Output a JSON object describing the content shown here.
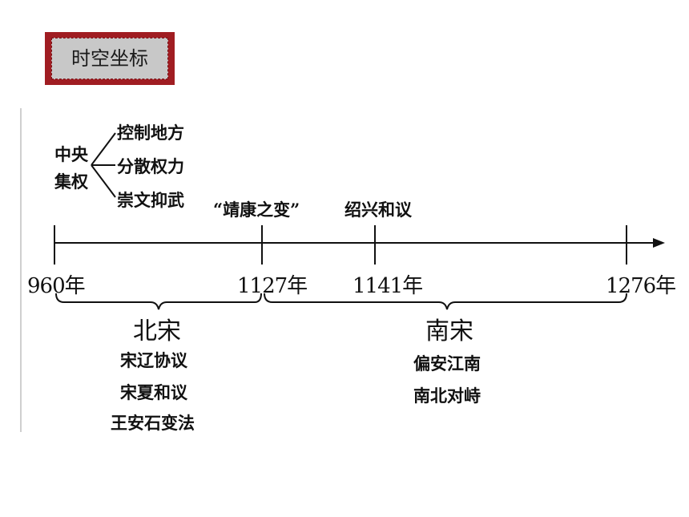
{
  "badge": {
    "label": "时空坐标"
  },
  "top": {
    "central": [
      "中央",
      "集权"
    ],
    "branches": [
      "控制地方",
      "分散权力",
      "崇文抑武"
    ],
    "event_1127": "“靖康之变”",
    "event_1141": "绍兴和议"
  },
  "years": [
    "960年",
    "1127年",
    "1141年",
    "1276年"
  ],
  "northern_song": {
    "title": "北宋",
    "items": [
      "宋辽协议",
      "宋夏和议",
      "王安石变法"
    ]
  },
  "southern_song": {
    "title": "南宋",
    "items": [
      "偏安江南",
      "南北对峙"
    ]
  }
}
